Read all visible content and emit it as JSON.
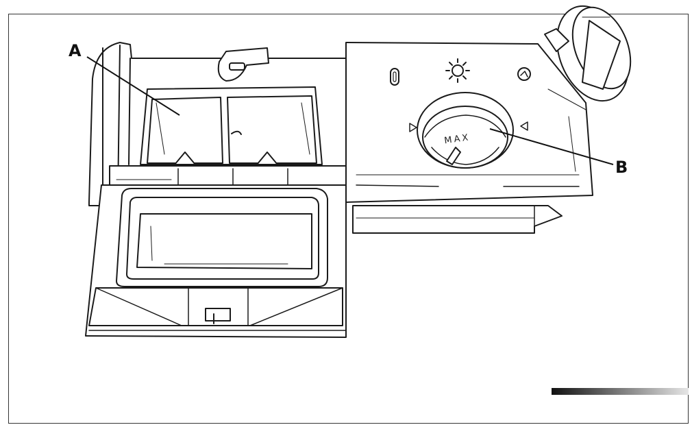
{
  "labels": {
    "a": "A",
    "b": "B",
    "dial_max": "MAX"
  },
  "callouts": [
    {
      "id": "a",
      "target": "left-detergent-compartment"
    },
    {
      "id": "b",
      "target": "rinse-aid-dial"
    }
  ],
  "colors": {
    "stroke": "#1a1a1a",
    "fill": "#ffffff",
    "frame": "#333333",
    "bar_start": "#111111",
    "bar_end": "#e6e6e6"
  }
}
